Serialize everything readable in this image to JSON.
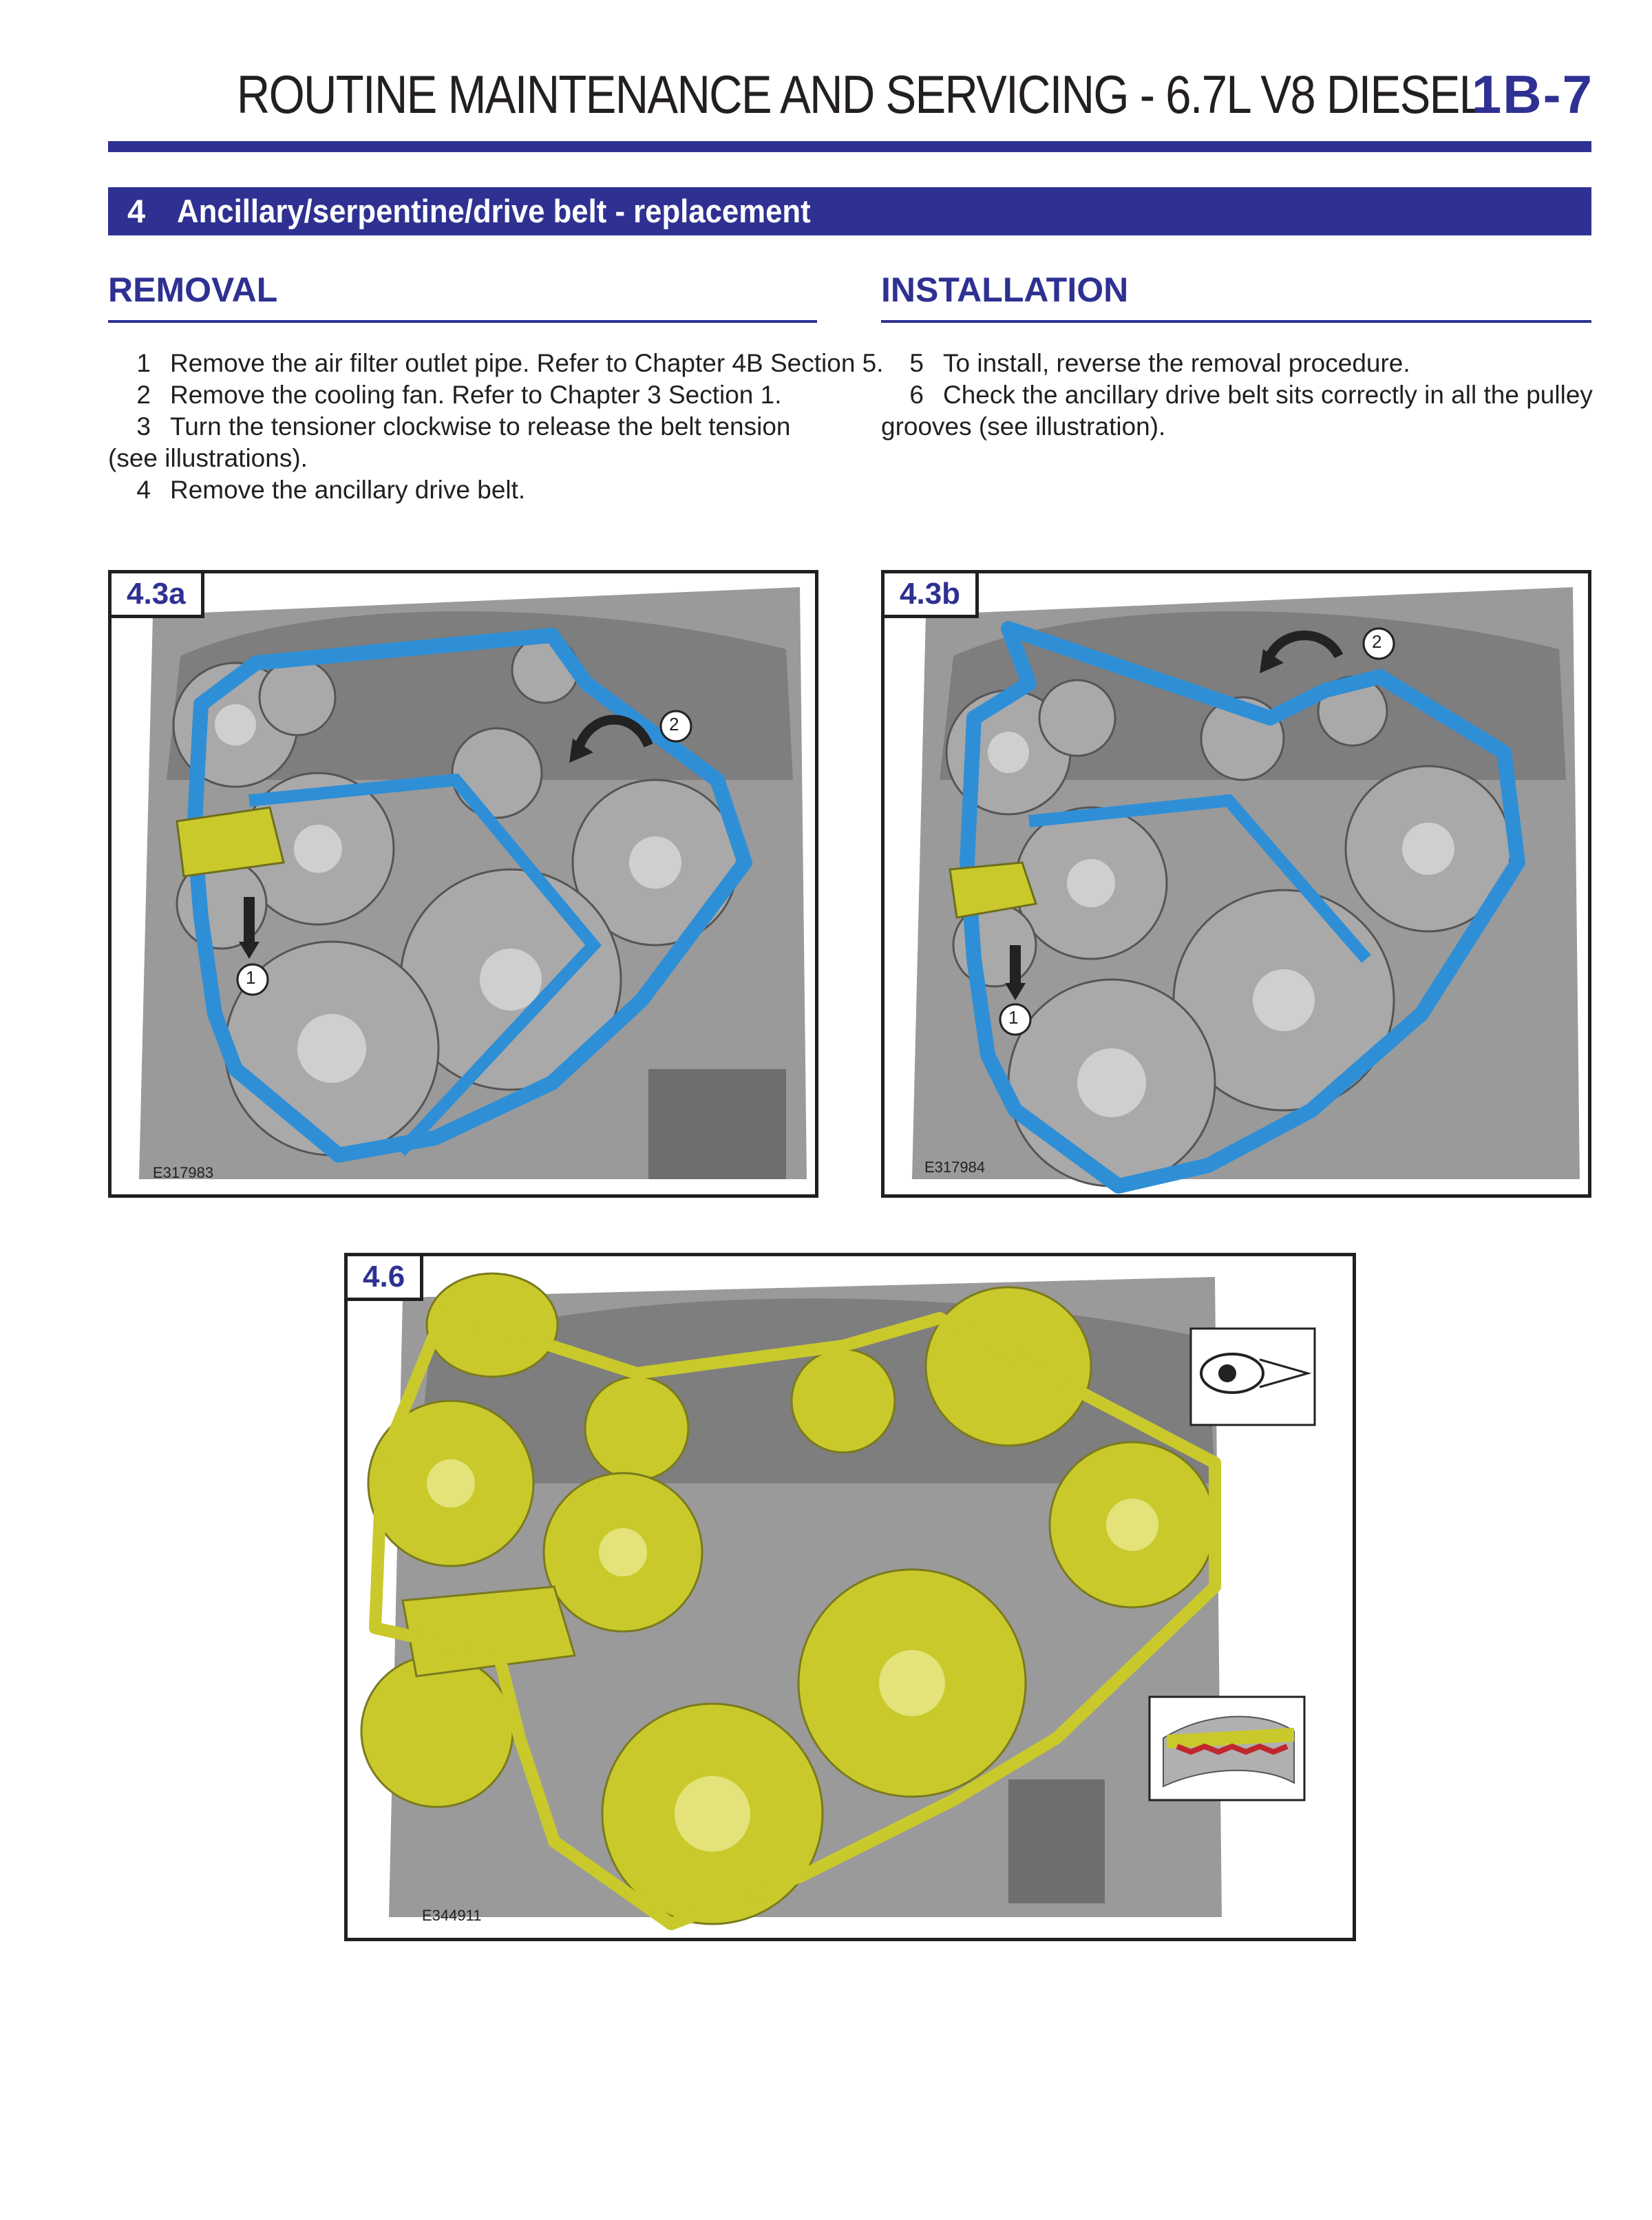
{
  "header": {
    "title": "ROUTINE MAINTENANCE AND SERVICING - 6.7L V8 DIESEL",
    "page": "1B-7"
  },
  "section": {
    "number": "4",
    "title": "Ancillary/serpentine/drive belt - replacement"
  },
  "removal": {
    "heading": "REMOVAL",
    "steps": [
      {
        "num": "1",
        "text": "Remove the air filter outlet pipe. Refer to Chapter 4B Section 5."
      },
      {
        "num": "2",
        "text": "Remove the cooling fan. Refer to Chapter 3 Section 1."
      },
      {
        "num": "3",
        "text": "Turn the tensioner clockwise to release the belt tension",
        "cont": "(see illustrations)."
      },
      {
        "num": "4",
        "text": "Remove the ancillary drive belt."
      }
    ]
  },
  "installation": {
    "heading": "INSTALLATION",
    "steps": [
      {
        "num": "5",
        "text": "To install, reverse the removal procedure."
      },
      {
        "num": "6",
        "text": "Check the ancillary drive belt sits correctly in all the pulley",
        "cont": "grooves (see illustration)."
      }
    ]
  },
  "figures": [
    {
      "label": "4.3a",
      "code": "E317983",
      "callouts": [
        "1",
        "2"
      ]
    },
    {
      "label": "4.3b",
      "code": "E317984",
      "callouts": [
        "1",
        "2"
      ]
    },
    {
      "label": "4.6",
      "code": "E344911"
    }
  ],
  "colors": {
    "brand": "#2e3192",
    "belt_blue": "#2f8fd6",
    "belt_yellow": "#c9c92c",
    "engine_grey": "#8a8a8a"
  }
}
